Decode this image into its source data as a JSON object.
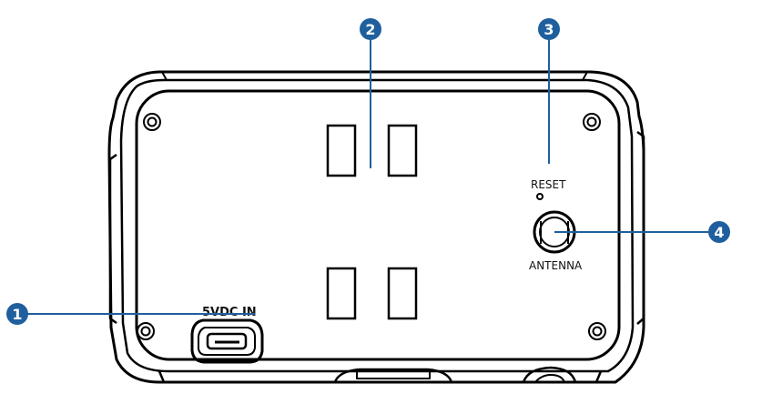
{
  "labels": {
    "reset": "RESET",
    "antenna": "ANTENNA",
    "power": "5VDC IN"
  },
  "callouts": [
    {
      "number": "1"
    },
    {
      "number": "2"
    },
    {
      "number": "3"
    },
    {
      "number": "4"
    }
  ],
  "colors": {
    "callout": "#1f5f9e",
    "outline": "#000000",
    "background": "#ffffff"
  },
  "icons": {
    "screw": "screw-icon",
    "reset_hole": "reset-hole-icon",
    "antenna_connector": "antenna-connector-icon",
    "usb_port": "micro-usb-port-icon"
  }
}
